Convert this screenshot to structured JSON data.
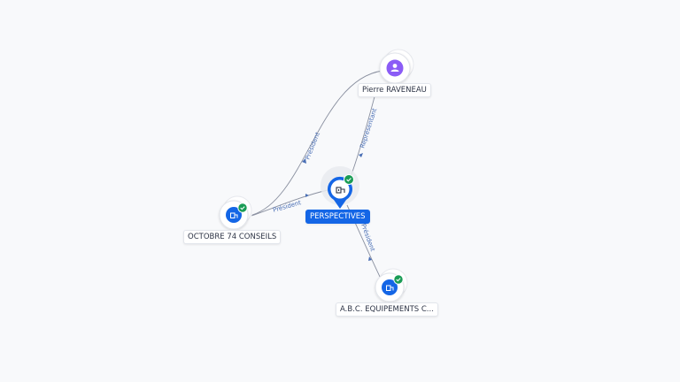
{
  "nodes": {
    "pierre": {
      "label": "Pierre RAVENEAU",
      "type": "person",
      "icon": "person-icon"
    },
    "perspectives": {
      "label": "PERSPECTIVES",
      "type": "company",
      "icon": "building-icon",
      "selected": true,
      "verified": true
    },
    "octobre": {
      "label": "OCTOBRE 74 CONSEILS",
      "type": "company",
      "icon": "building-icon",
      "verified": true
    },
    "abc": {
      "label": "A.B.C. EQUIPEMENTS C...",
      "type": "company",
      "icon": "building-icon",
      "verified": true
    }
  },
  "edges": {
    "pierre_octobre": {
      "label": "Président"
    },
    "pierre_perspectives": {
      "label": "Représentant"
    },
    "octobre_perspectives": {
      "label": "Président"
    },
    "perspectives_abc": {
      "label": "Président"
    }
  },
  "colors": {
    "company": "#1466e6",
    "person": "#8b5cf6",
    "verified": "#1a9c55",
    "edge": "#8a90a0",
    "edge_label": "#4a6fb5"
  }
}
